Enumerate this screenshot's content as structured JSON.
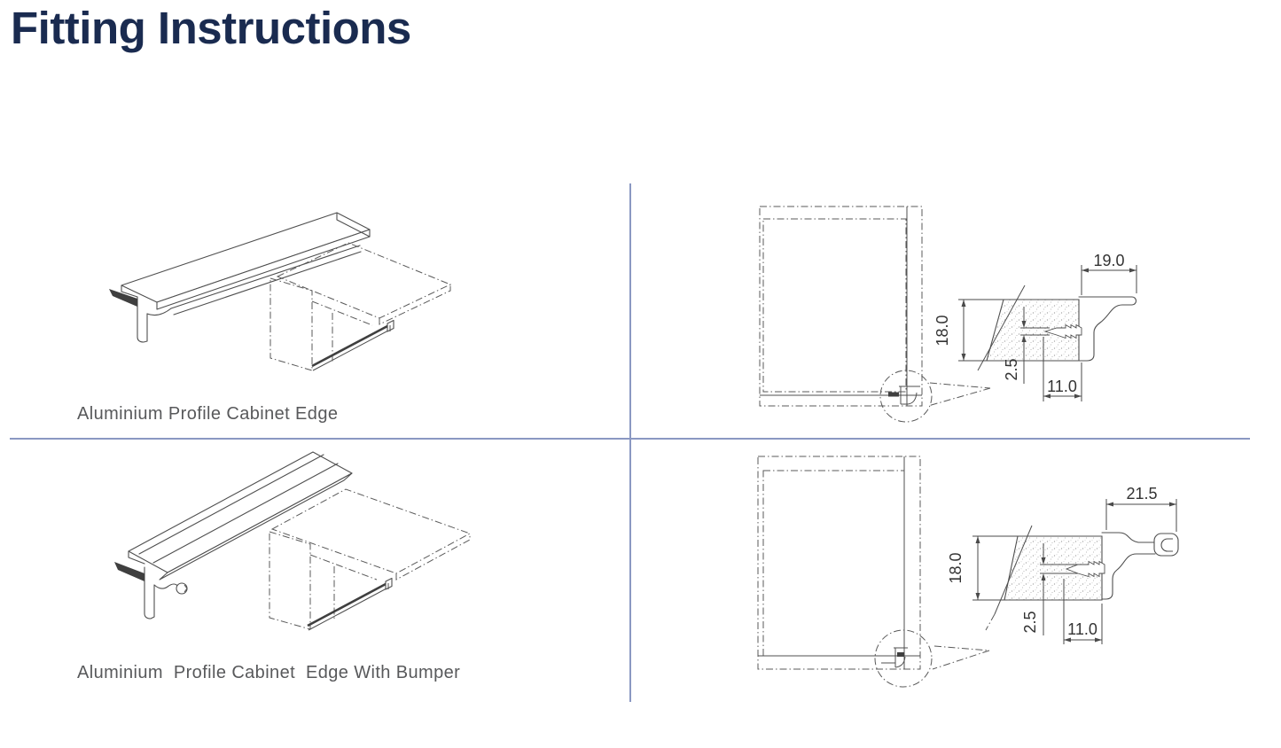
{
  "page": {
    "title": "Fitting Instructions"
  },
  "colors": {
    "title": "#1a2b50",
    "label": "#58595b",
    "divider": "#8a98c2",
    "drawing_line": "#4f4f4f"
  },
  "quadrants": {
    "top_left": {
      "label": "Aluminium Profile Cabinet Edge"
    },
    "top_right": {
      "dims": {
        "overhang": "19.0",
        "thickness": "18.0",
        "slot": "2.5",
        "depth": "11.0"
      }
    },
    "bottom_left": {
      "label": "Aluminium  Profile Cabinet  Edge With Bumper"
    },
    "bottom_right": {
      "dims": {
        "overhang": "21.5",
        "thickness": "18.0",
        "slot": "2.5",
        "depth": "11.0"
      }
    }
  }
}
